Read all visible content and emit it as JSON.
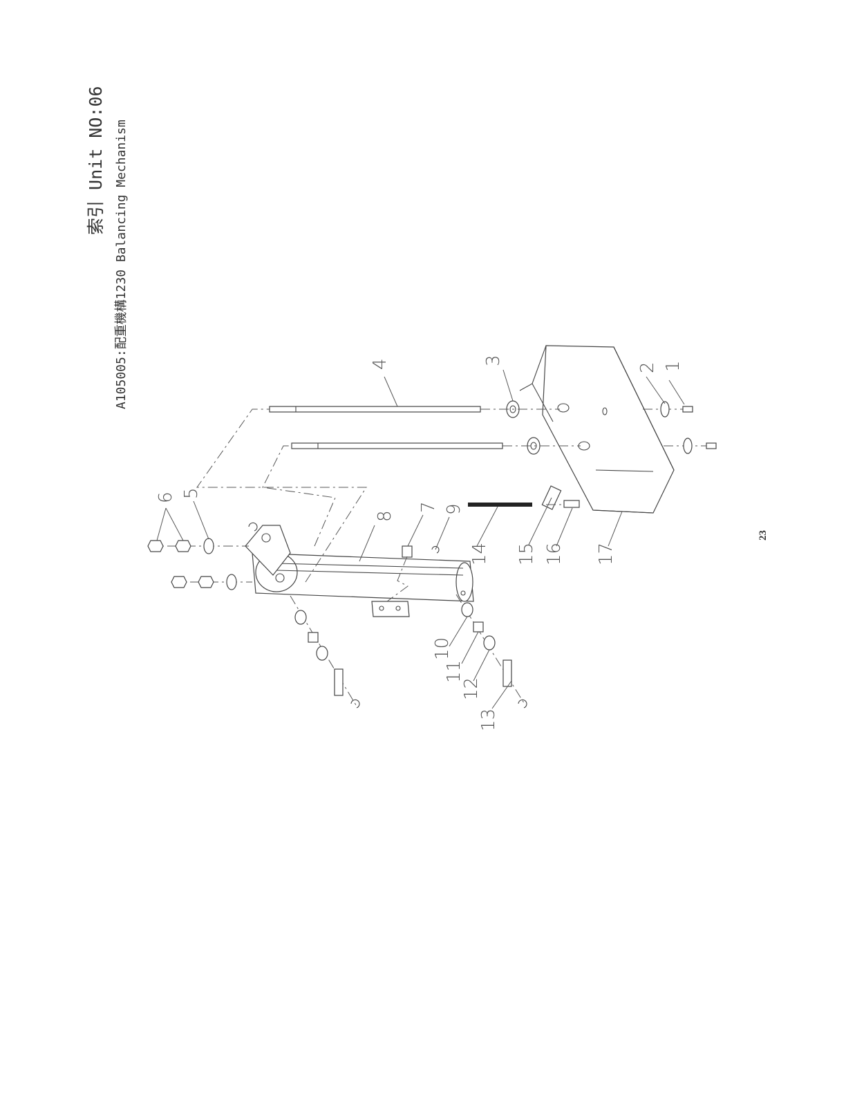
{
  "header": {
    "line1": "索引 Unit NO:06",
    "line2": "A105005:配重機構1230 Balancing Mechanism"
  },
  "callouts": [
    "1",
    "2",
    "3",
    "4",
    "5",
    "6",
    "7",
    "8",
    "9",
    "10",
    "11",
    "12",
    "13",
    "14",
    "15",
    "16",
    "17"
  ],
  "page_number": "23"
}
